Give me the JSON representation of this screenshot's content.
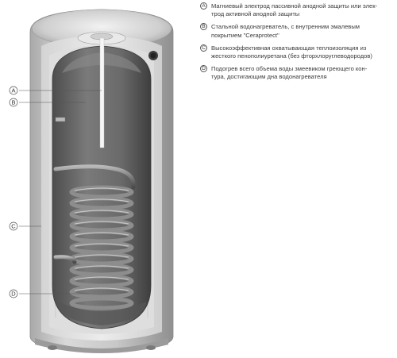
{
  "legend": [
    {
      "marker": "A",
      "lines": [
        "Магниевый электрод пассивной анодной защиты или элек-",
        "трод активной анодной защиты"
      ]
    },
    {
      "marker": "B",
      "lines": [
        "Стальной водонагреватель, с внутренним эмалевым",
        "покрытием \"Ceraprotect\""
      ]
    },
    {
      "marker": "C",
      "lines": [
        "Высокоэффективная охватывающая теплоизоляция из",
        "жесткого пенополиуретана (без фторхлоруглеводородов)"
      ]
    },
    {
      "marker": "D",
      "lines": [
        "Подогрев всего объема воды змеевиком греющего кон-",
        "тура, достигающим дна водонагревателя"
      ]
    }
  ],
  "callouts": [
    "A",
    "B",
    "C",
    "D"
  ],
  "colors": {
    "tank_shell": "#c9c9c9",
    "insulation": "#e2e2e2",
    "inner_tank": "#6a6a6a",
    "coil": "#8c8c8c",
    "anode": "#f4f4f4"
  }
}
